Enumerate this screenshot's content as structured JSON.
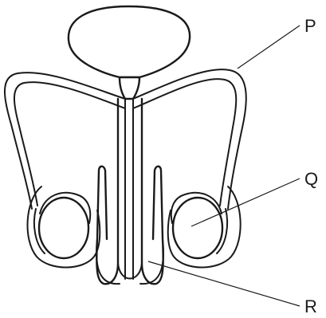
{
  "labels": {
    "p": "P",
    "q": "Q",
    "r": "R"
  }
}
